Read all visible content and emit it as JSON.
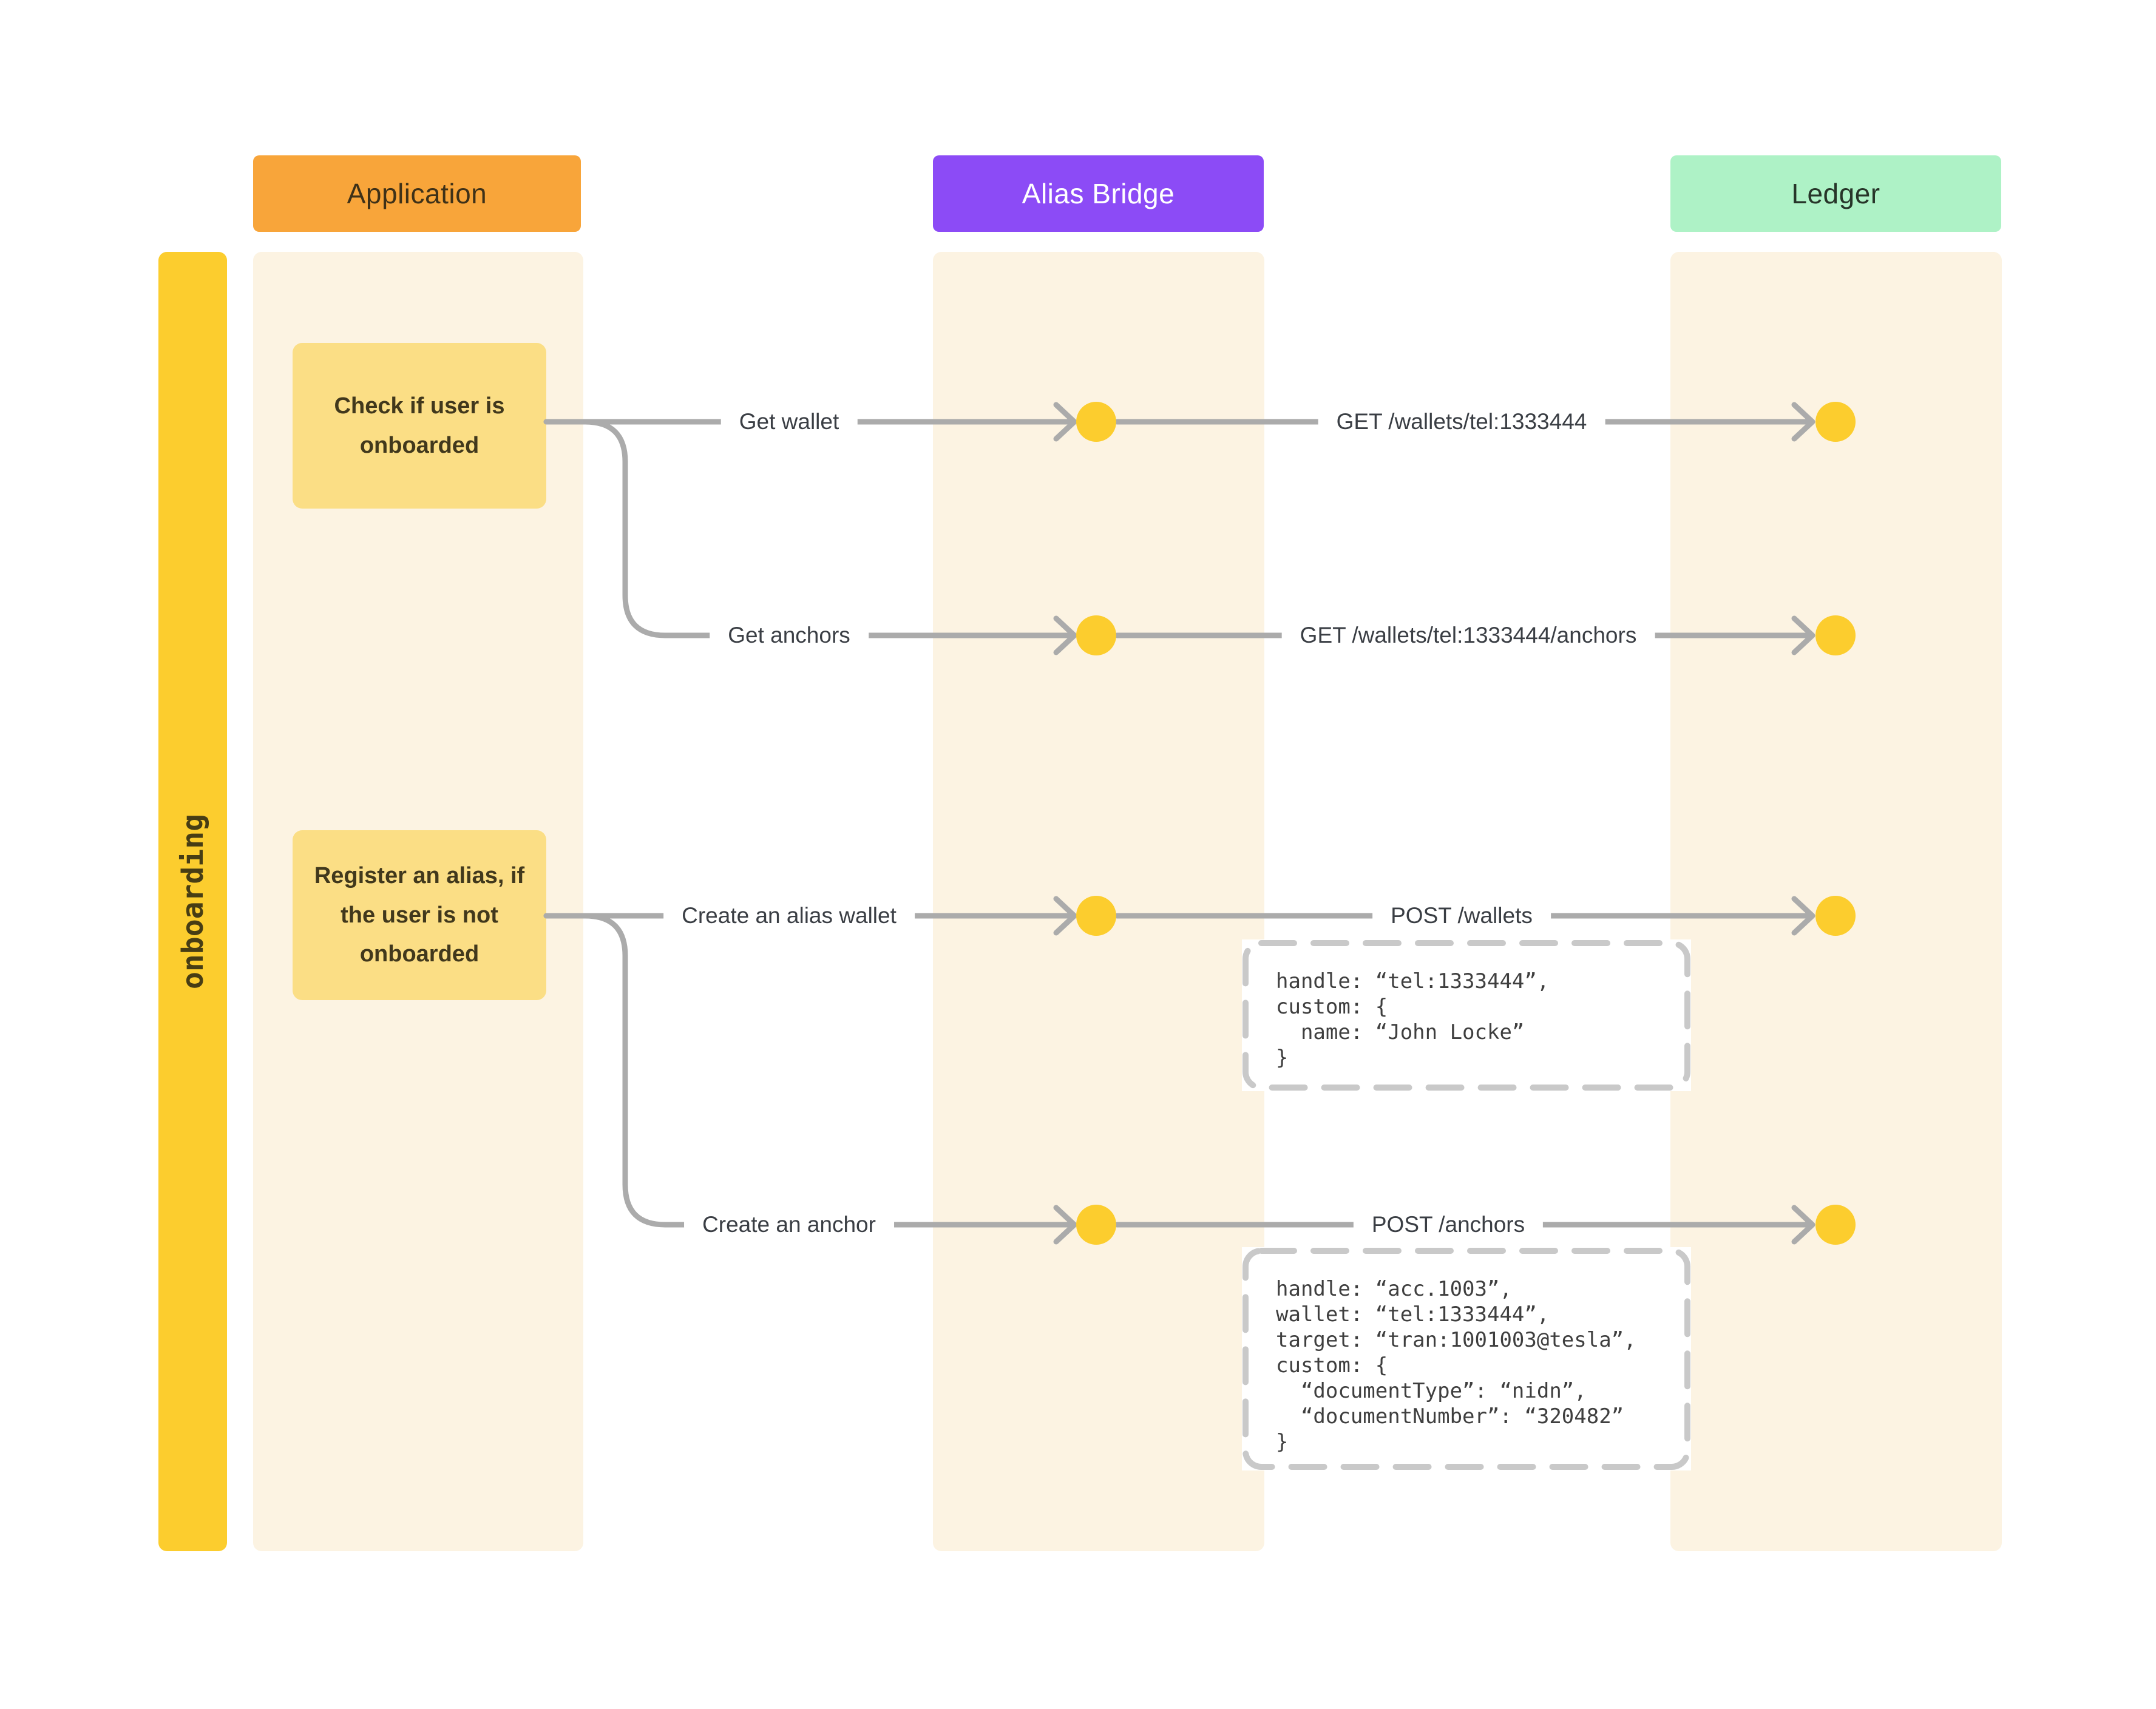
{
  "lanes": [
    {
      "id": "application",
      "title": "Application",
      "header_bg": "#F8A53A",
      "header_text_color": "#3E3118"
    },
    {
      "id": "alias-bridge",
      "title": "Alias Bridge",
      "header_bg": "#8C4BF6",
      "header_text_color": "#FFFFFF"
    },
    {
      "id": "ledger",
      "title": "Ledger",
      "header_bg": "#AEF2C6",
      "header_text_color": "#273529"
    }
  ],
  "phase": {
    "label": "onboarding",
    "bg": "#FCCD2E"
  },
  "notes": [
    {
      "text": "Check if user is onboarded"
    },
    {
      "text": "Register an alias, if the user is not onboarded"
    }
  ],
  "flows": [
    {
      "label": "Get wallet",
      "request": "GET /wallets/tel:1333444"
    },
    {
      "label": "Get anchors",
      "request": "GET /wallets/tel:1333444/anchors"
    },
    {
      "label": "Create an alias wallet",
      "request": "POST /wallets",
      "payload": "handle: “tel:1333444”,\ncustom: {\n  name: “John Locke”\n}"
    },
    {
      "label": "Create an anchor",
      "request": "POST /anchors",
      "payload": "handle: “acc.1003”,\nwallet: “tel:1333444”,\ntarget: “tran:1001003@tesla”,\ncustom: {\n  “documentType”: “nidn”,\n  “documentNumber”: “320482”\n}"
    }
  ],
  "colors": {
    "connector": "#ABABAB",
    "node_dot": "#FCCD2E",
    "lane_bg": "#FCF3E2",
    "note_bg": "#FBDE85",
    "phase_bg": "#FCCD2E",
    "payload_border": "#C9C9C9",
    "background": "#FFFFFF"
  }
}
